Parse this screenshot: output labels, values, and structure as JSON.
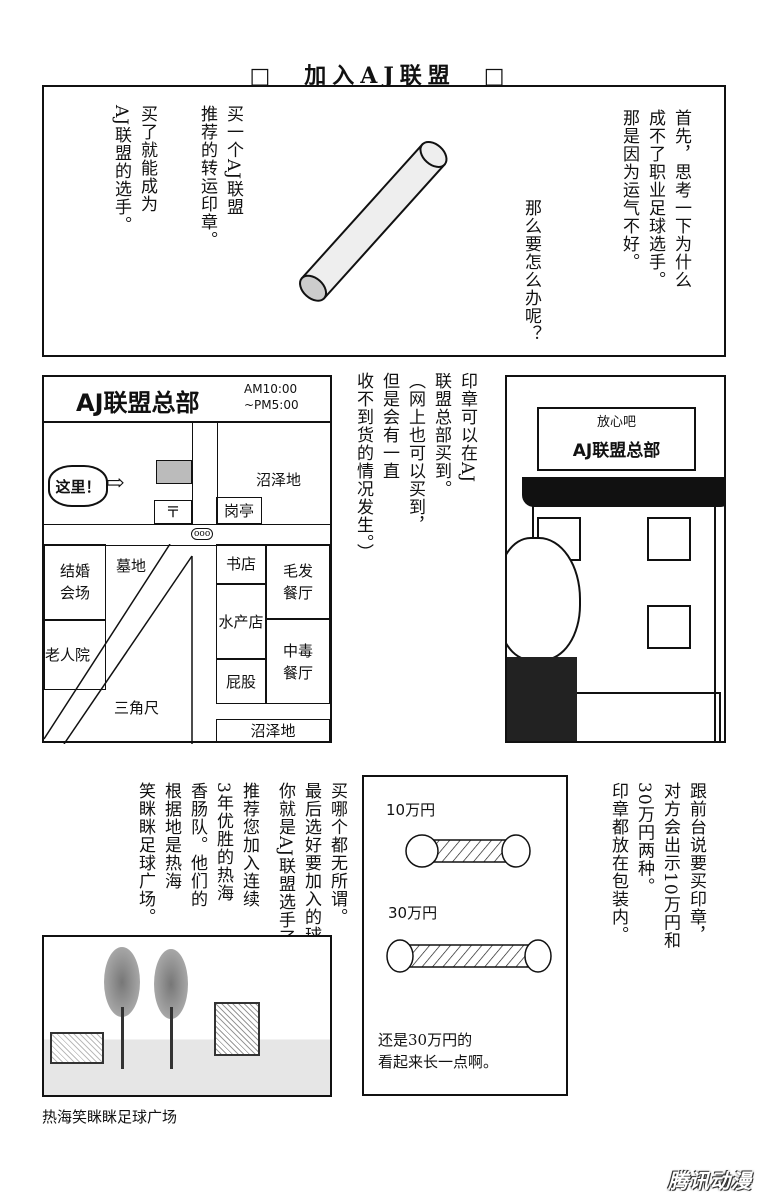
{
  "title": "□　加入AJ联盟　□",
  "panel1": {
    "narration_right": [
      "首先，思考一下为什么",
      "成不了职业足球选手。",
      "那是因为运气不好。"
    ],
    "narration_question": "那么要怎么办呢？",
    "narration_buy": [
      "买一个AJ联盟",
      "推荐的转运印章。"
    ],
    "narration_become": [
      "买了就能成为",
      "AJ联盟的选手。"
    ]
  },
  "map": {
    "title": "AJ联盟总部",
    "hours": [
      "AM10:00",
      "~PM5:00"
    ],
    "here_label": "这里！",
    "post_office": "〒",
    "swamp_top": "沼泽地",
    "police_box": "岗亭",
    "wedding_hall": [
      "结婚",
      "会场"
    ],
    "cemetery": "墓地",
    "nursing_home": "老人院",
    "triangle_ruler": "三角尺",
    "bookstore": "书店",
    "hair_restaurant": [
      "毛发",
      "餐厅"
    ],
    "seafood_store": "水产店",
    "poison_restaurant": [
      "中毒",
      "餐厅"
    ],
    "butt": "屁股",
    "swamp_bottom": "沼泽地"
  },
  "panel2_text": [
    "印章可以在AJ",
    "联盟总部买到。",
    "（网上也可以买到，",
    "但是会有一直",
    "收不到货的情况发生。）"
  ],
  "building": {
    "sign_top": "放心吧",
    "sign_main": "AJ联盟总部"
  },
  "panel3_text": [
    "跟前台说要买印章，",
    "对方会出示10万円和",
    "30万円两种。",
    "印章都放在包装内。"
  ],
  "stamps": {
    "small_label": "10万円",
    "large_label": "30万円",
    "comment": [
      "还是30万円的",
      "看起来长一点啊。"
    ]
  },
  "panel4_text": [
    "买哪个都无所谓。",
    "最后选好要加入的球队",
    "你就是AJ联盟选手了。"
  ],
  "panel5_text": [
    "推荐您加入连续",
    "3年优胜的热海",
    "香肠队。他们的",
    "根据地是热海",
    "笑眯眯足球广场。"
  ],
  "photo_caption": "热海笑眯眯足球广场",
  "watermark": "腾讯动漫"
}
